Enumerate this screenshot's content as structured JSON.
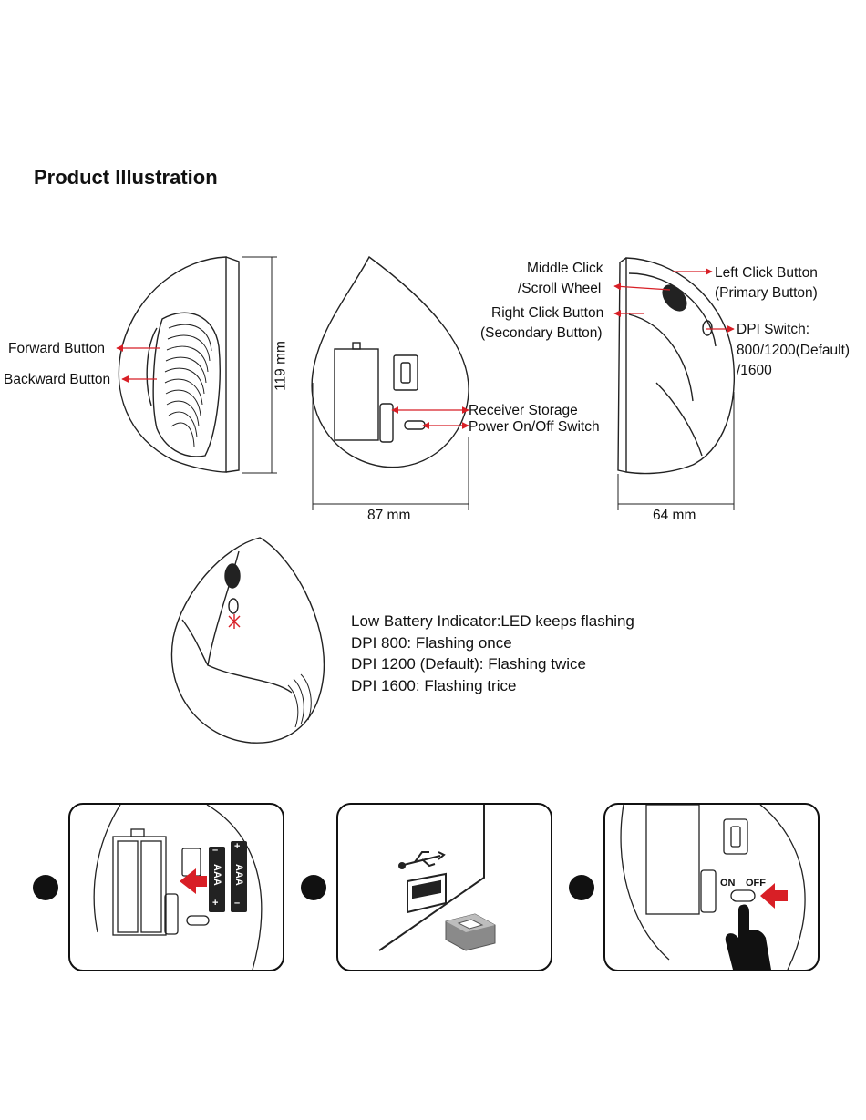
{
  "title": "Product Illustration",
  "side_view": {
    "forward": "Forward Button",
    "backward": "Backward Button",
    "height": "119 mm"
  },
  "bottom_view": {
    "receiver": "Receiver Storage",
    "power": "Power On/Off Switch",
    "width": "87 mm"
  },
  "right_view": {
    "middle_1": "Middle Click",
    "middle_2": "/Scroll Wheel",
    "left_1": "Left Click Button",
    "left_2": "(Primary Button)",
    "right_1": "Right Click Button",
    "right_2": "(Secondary Button)",
    "dpi_1": "DPI Switch:",
    "dpi_2": "800/1200(Default)",
    "dpi_3": "/1600",
    "depth": "64 mm"
  },
  "indicator": {
    "line1": "Low Battery Indicator:LED keeps flashing",
    "line2": "DPI 800: Flashing once",
    "line3": "DPI 1200 (Default): Flashing twice",
    "line4": "DPI 1600: Flashing trice"
  },
  "steps": {
    "battery_label": "AAA",
    "plus": "+",
    "minus": "–",
    "on": "ON",
    "off": "OFF"
  },
  "colors": {
    "accent": "#d81f26",
    "ink": "#111111"
  }
}
